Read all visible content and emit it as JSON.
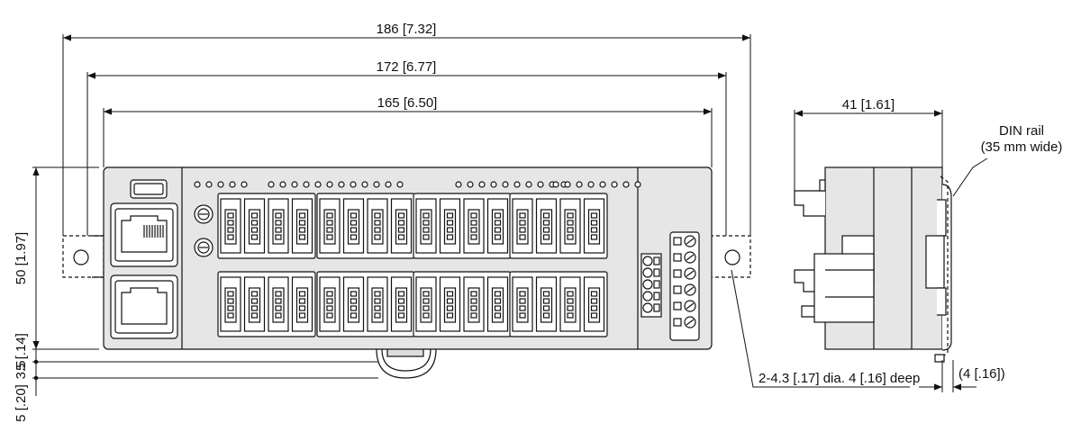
{
  "dimensions": {
    "overall_width": "186 [7.32]",
    "mount_width": "172 [6.77]",
    "body_width": "165 [6.50]",
    "height": "50 [1.97]",
    "bottom_5": "5 [.14]",
    "bottom_3_5": "3.5",
    "bottom_5_20": "5 [.20]",
    "depth": "41 [1.61]",
    "rail_offset": "(4 [.16])"
  },
  "annotations": {
    "din_rail_line1": "DIN rail",
    "din_rail_line2": "(35 mm wide)",
    "holes": "2-4.3 [.17] dia. 4 [.16] deep"
  },
  "colors": {
    "body_fill": "#e6e6e6",
    "line": "#111111",
    "terminal_fill": "#ffffff"
  }
}
